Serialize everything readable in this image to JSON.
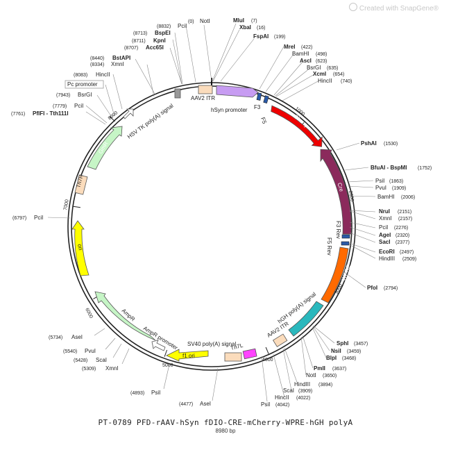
{
  "watermark": "Created with SnapGene®",
  "plasmid": {
    "name": "PT-0789   PFD-rAAV-hSyn fDIO-CRE-mCherry-WPRE-hGH polyA",
    "size_label": "8980 bp",
    "length_bp": 8980
  },
  "colors": {
    "backbone": "#222222",
    "mCherry": "#ee0000",
    "Cre": "#8b2a5c",
    "WPRE": "#ff6a00",
    "hGH": "#2ab8bd",
    "hSyn": "#c79cf2",
    "ITR": "#fbdcbc",
    "f1_ori": "#ffff00",
    "ori": "#ffff00",
    "AmpR": "#c6f5c6",
    "GmR": "#c6f5c6",
    "Tn7": "#fbdcbc",
    "lox": "#2a5aa8",
    "gray": "#999999",
    "magenta": "#ff44ff"
  },
  "ticks": [
    "1000",
    "2000",
    "3000",
    "4000",
    "5000",
    "6000",
    "7000",
    "8000"
  ],
  "sites": [
    {
      "name": "NotI",
      "pos": "(0)"
    },
    {
      "name": "MluI",
      "pos": "(7)"
    },
    {
      "name": "XbaI",
      "pos": "(16)"
    },
    {
      "name": "FspAI",
      "pos": "(199)"
    },
    {
      "name": "MreI",
      "pos": "(422)"
    },
    {
      "name": "BamHI",
      "pos": "(498)"
    },
    {
      "name": "AscI",
      "pos": "(623)"
    },
    {
      "name": "BsrGI",
      "pos": "(635)"
    },
    {
      "name": "XcmI",
      "pos": "(654)"
    },
    {
      "name": "HincII",
      "pos": "(740)"
    },
    {
      "name": "PshAI",
      "pos": "(1530)"
    },
    {
      "name": "BfuAI - BspMI",
      "pos": "(1752)"
    },
    {
      "name": "PsiI",
      "pos": "(1863)"
    },
    {
      "name": "PvuI",
      "pos": "(1909)"
    },
    {
      "name": "BamHI",
      "pos": "(2006)"
    },
    {
      "name": "NruI",
      "pos": "(2151)"
    },
    {
      "name": "XmnI",
      "pos": "(2157)"
    },
    {
      "name": "PciI",
      "pos": "(2276)"
    },
    {
      "name": "AgeI",
      "pos": "(2320)"
    },
    {
      "name": "SacI",
      "pos": "(2377)"
    },
    {
      "name": "EcoRI",
      "pos": "(2497)"
    },
    {
      "name": "HindIII",
      "pos": "(2509)"
    },
    {
      "name": "PfoI",
      "pos": "(2794)"
    },
    {
      "name": "SphI",
      "pos": "(3457)"
    },
    {
      "name": "NsiI",
      "pos": "(3459)"
    },
    {
      "name": "BlpI",
      "pos": "(3468)"
    },
    {
      "name": "PmlI",
      "pos": "(3637)"
    },
    {
      "name": "NotI",
      "pos": "(3650)"
    },
    {
      "name": "HindIII",
      "pos": "(3894)"
    },
    {
      "name": "ScaI",
      "pos": "(3909)"
    },
    {
      "name": "HincII",
      "pos": "(4022)"
    },
    {
      "name": "PsiI",
      "pos": "(4042)"
    },
    {
      "name": "AseI",
      "pos": "(4477)"
    },
    {
      "name": "PsiI",
      "pos": "(4893)"
    },
    {
      "name": "XmnI",
      "pos": "(5309)"
    },
    {
      "name": "ScaI",
      "pos": "(5428)"
    },
    {
      "name": "PvuI",
      "pos": "(5540)"
    },
    {
      "name": "AseI",
      "pos": "(5734)"
    },
    {
      "name": "PciI",
      "pos": "(6797)"
    },
    {
      "name": "PflFI - Tth111I",
      "pos": "(7761)"
    },
    {
      "name": "PciI",
      "pos": "(7779)"
    },
    {
      "name": "BsrGI",
      "pos": "(7943)"
    },
    {
      "name": "Pc promoter",
      "pos": ""
    },
    {
      "name": "HincII",
      "pos": "(8083)"
    },
    {
      "name": "XmnI",
      "pos": "(8334)"
    },
    {
      "name": "BstAPI",
      "pos": "(8440)"
    },
    {
      "name": "Acc65I",
      "pos": "(8707)"
    },
    {
      "name": "KpnI",
      "pos": "(8711)"
    },
    {
      "name": "BspEI",
      "pos": "(8713)"
    },
    {
      "name": "PciI",
      "pos": "(8832)"
    }
  ],
  "features": {
    "mCherry": "mCherry",
    "Cre": "Cre",
    "WPRE": "WPRE",
    "F3_rev": "F3 Rev",
    "F5_rev": "F5 Rev",
    "hGH_polyA": "hGH poly(A) signal",
    "AAV2_ITR_right": "AAV2 ITR",
    "Tn7L": "Tn7L",
    "SV40_polyA": "SV40 poly(A) signal",
    "f1_ori": "f1 ori",
    "AmpR_promoter": "AmpR promoter",
    "AmpR": "AmpR",
    "ori": "ori",
    "Tn7R": "Tn7R",
    "GmR": "GmR",
    "HSV_TK_polyA": "HSV TK poly(A) signal",
    "AAV2_ITR_left": "AAV2 ITR",
    "hSyn_promoter": "hSyn promoter",
    "F3": "F3",
    "F5": "F5"
  }
}
